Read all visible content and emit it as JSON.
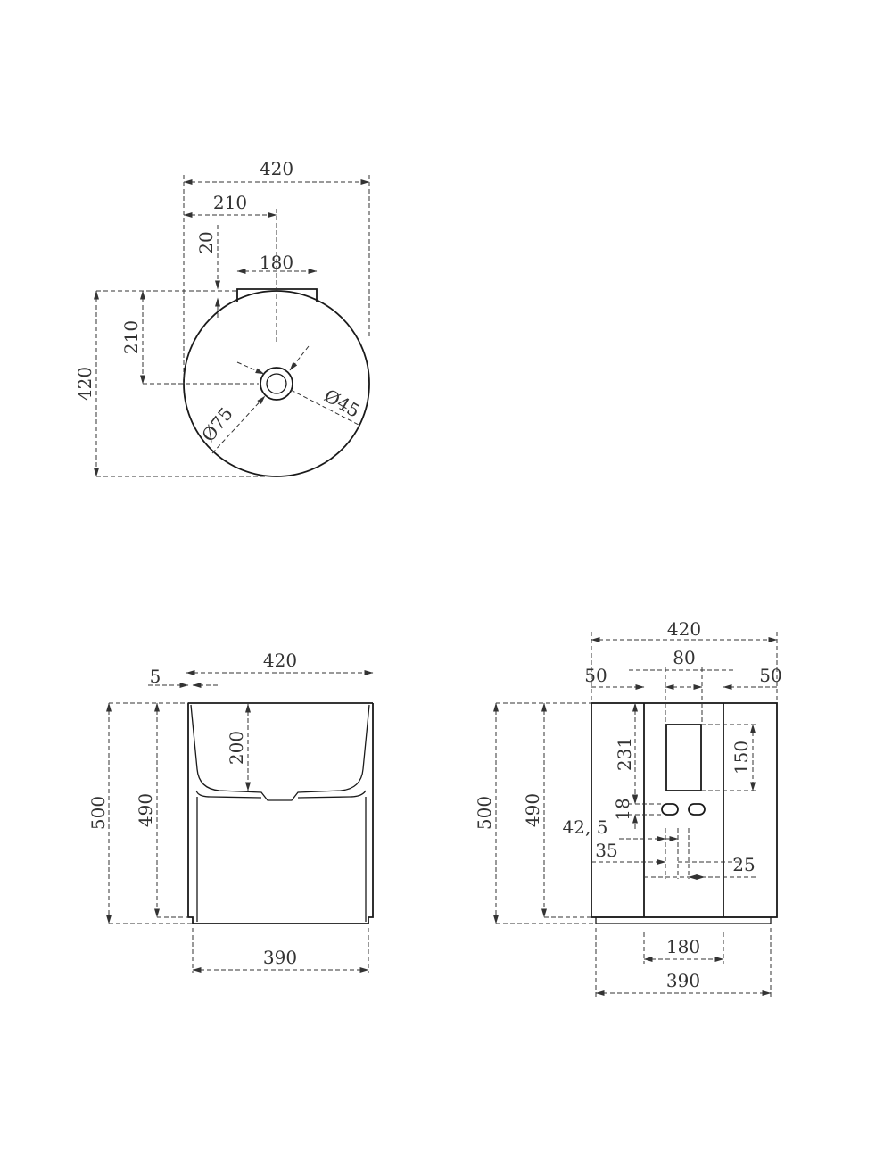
{
  "top_view": {
    "width_total": "420",
    "half_width": "210",
    "offset": "20",
    "tap_plate": "180",
    "height_total": "420",
    "half_height": "210",
    "drain_small": "Ø45",
    "drain_large": "Ø75"
  },
  "front_view": {
    "wall": "5",
    "width_top": "420",
    "bowl_depth": "200",
    "height_inner": "490",
    "height_total": "500",
    "width_base": "390"
  },
  "rear_view": {
    "width_total": "420",
    "side_left": "50",
    "center": "80",
    "side_right": "50",
    "height_total": "500",
    "height_inner": "490",
    "upper_gap": "231",
    "opening_height": "150",
    "slot_gap": "18",
    "offset_a": "42, 5",
    "offset_b": "35",
    "offset_c": "25",
    "panel_width": "180",
    "width_base": "390"
  }
}
